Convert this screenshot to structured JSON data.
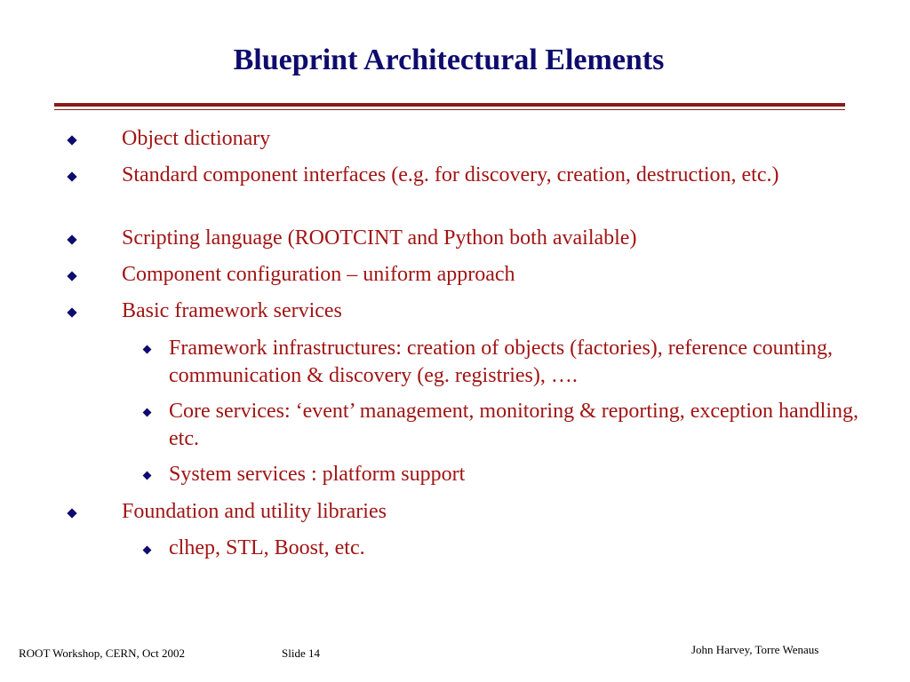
{
  "slide": {
    "title": "Blueprint Architectural Elements",
    "items": [
      {
        "level": 1,
        "text": "Object dictionary"
      },
      {
        "level": 1,
        "text": "Standard component interfaces (e.g. for discovery, creation, destruction, etc.)"
      },
      {
        "level": 1,
        "text": "Scripting language (ROOTCINT and Python both available)"
      },
      {
        "level": 1,
        "text": "Component configuration – uniform approach"
      },
      {
        "level": 1,
        "text": "Basic framework services"
      },
      {
        "level": 2,
        "text": "Framework infrastructures: creation of objects (factories), reference counting, communication & discovery (eg. registries), …."
      },
      {
        "level": 2,
        "text": "Core services: ‘event’ management, monitoring & reporting, exception handling, etc."
      },
      {
        "level": 2,
        "text": "System services : platform support"
      },
      {
        "level": 1,
        "text": "Foundation and utility libraries"
      },
      {
        "level": 2,
        "text": "clhep, STL, Boost,  etc."
      }
    ]
  },
  "footer": {
    "left": "ROOT Workshop, CERN, Oct 2002",
    "center": "Slide 14",
    "right": "John Harvey, Torre Wenaus"
  },
  "colors": {
    "title": "#0e0b6e",
    "text": "#a01515",
    "rule": "#8a1a1a",
    "bullet": "#0e0b6e"
  }
}
